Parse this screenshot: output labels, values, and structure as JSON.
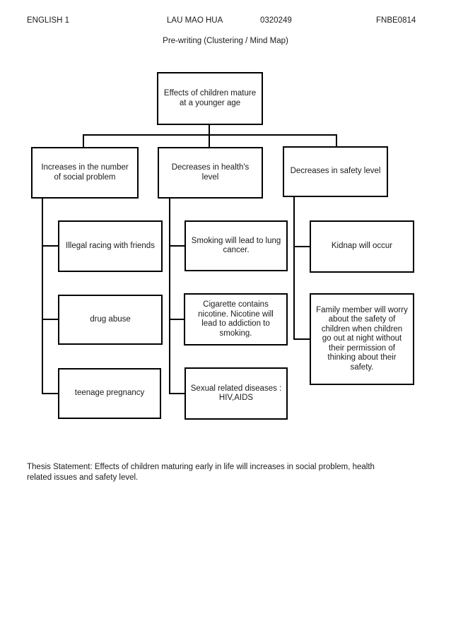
{
  "header": {
    "course": "ENGLISH 1",
    "student_name": "LAU MAO HUA",
    "student_id": "0320249",
    "module_code": "FNBE0814",
    "title": "Pre-writing (Clustering / Mind Map)"
  },
  "mindmap": {
    "root": {
      "text": "Effects of children mature at a younger age",
      "lines": [
        "Effects of children mature",
        "at a younger age"
      ]
    },
    "branches": [
      {
        "text": "Increases in the number of social problem",
        "label_lines": [
          "Increases in the number",
          "of social problem"
        ],
        "children": [
          {
            "text": "Illegal racing with friends",
            "lines": [
              "Illegal racing with friends"
            ]
          },
          {
            "text": "drug abuse",
            "lines": [
              "drug abuse"
            ]
          },
          {
            "text": "teenage pregnancy",
            "lines": [
              "teenage pregnancy"
            ]
          }
        ]
      },
      {
        "text": "Decreases in health's level",
        "label_lines": [
          "Decreases in health's",
          "level"
        ],
        "children": [
          {
            "text": "Smoking will lead to lung cancer.",
            "lines": [
              "Smoking will lead to lung",
              "cancer."
            ]
          },
          {
            "text": "Cigarette contains nicotine. Nicotine will lead to addiction to smoking.",
            "lines": [
              "Cigarette contains",
              "nicotine. Nicotine will",
              "lead to addiction to",
              "smoking."
            ]
          },
          {
            "text": "Sexual related diseases : HIV,AIDS",
            "lines": [
              "Sexual related diseases :",
              "HIV,AIDS"
            ]
          }
        ]
      },
      {
        "text": "Decreases in safety level",
        "label_lines": [
          "Decreases in safety level"
        ],
        "children": [
          {
            "text": "Kidnap will occur",
            "lines": [
              "Kidnap will occur"
            ]
          },
          {
            "text": "Family member will worry about the safety of children when children go out at night without their permission of thinking about their safety.",
            "lines": [
              "Family member will worry",
              "about the safety of",
              "children when children",
              "go out at night without",
              "their permission of",
              "thinking about their",
              "safety."
            ]
          }
        ]
      }
    ]
  },
  "thesis": {
    "text": "Thesis Statement: Effects of children maturing early in life will increases in social problem, health related issues and safety level.",
    "lines": [
      "Thesis Statement: Effects of children maturing early in life will increases in social problem, health",
      "related issues and safety level."
    ]
  },
  "colors": {
    "line": "#000000",
    "border": "#000000",
    "text": "#1b1b1b",
    "page_background": "#ffffff",
    "box_background": "#ffffff"
  }
}
